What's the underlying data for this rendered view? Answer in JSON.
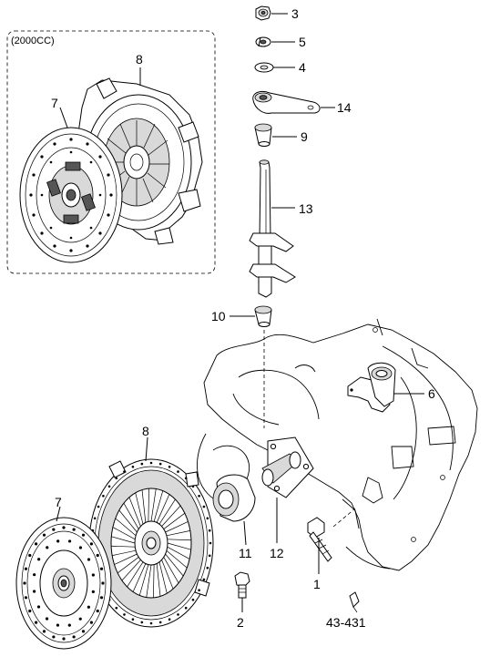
{
  "group_label": "(2000CC)",
  "labels": {
    "p3": "3",
    "p5": "5",
    "p4": "4",
    "p14": "14",
    "p9": "9",
    "p13": "13",
    "p8_top": "8",
    "p7_top": "7",
    "p10": "10",
    "p6": "6",
    "p8_bottom": "8",
    "p7_bottom": "7",
    "p11": "11",
    "p12": "12",
    "p1": "1",
    "p2": "2"
  },
  "figure_code": "43-431"
}
